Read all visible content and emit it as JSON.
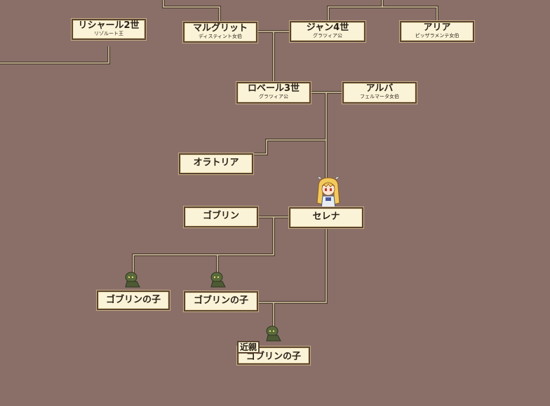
{
  "nodes": {
    "richard": {
      "name": "リシャール2世",
      "title": "リゾルート王"
    },
    "marguerite": {
      "name": "マルグリット",
      "title": "ディスティント女伯"
    },
    "jean": {
      "name": "ジャン4世",
      "title": "グラツィア公"
    },
    "aria": {
      "name": "アリア",
      "title": "ピッザラメンテ女伯"
    },
    "robert": {
      "name": "ロベール3世",
      "title": "グラツィア公"
    },
    "alba": {
      "name": "アルバ",
      "title": "フェルマータ女伯"
    },
    "oratoria": {
      "name": "オラトリア"
    },
    "goblin": {
      "name": "ゴブリン"
    },
    "selena": {
      "name": "セレナ"
    },
    "goblin_child_1": {
      "name": "ゴブリンの子"
    },
    "goblin_child_2": {
      "name": "ゴブリンの子"
    },
    "goblin_child_3": {
      "name": "ゴブリンの子",
      "tag": "近親"
    }
  },
  "colors": {
    "background": "#8a6f69",
    "card": "#fbf3d8",
    "line": "#4a3a2c"
  }
}
